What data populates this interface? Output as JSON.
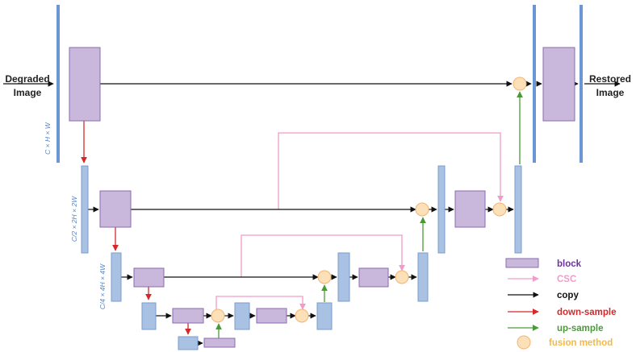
{
  "labels": {
    "input_line1": "Degraded",
    "input_line2": "Image",
    "output_line1": "Restored",
    "output_line2": "Image",
    "dim_level1": "C × H × W",
    "dim_level2": "C/2 × 2H × 2W",
    "dim_level3": "C/4 × 4H × 4W"
  },
  "legend": {
    "block": "block",
    "csc": "CSC",
    "copy": "copy",
    "down_sample": "down-sample",
    "up_sample": "up-sample",
    "fusion": "fusion method"
  },
  "colors": {
    "block_fill": "#c9b8dc",
    "block_stroke": "#8a6bb0",
    "feature_fill": "#a9c2e4",
    "feature_stroke": "#7a9ccc",
    "fusion_fill": "#fce0b8",
    "fusion_stroke": "#f0b574",
    "csc": "#f19cc8",
    "copy": "#111111",
    "down_sample": "#d6282b",
    "up_sample": "#4b9a3a",
    "legend_block_text": "#7030a0",
    "legend_csc_text": "#f19cc8",
    "legend_down_text": "#d6282b",
    "legend_up_text": "#4b9a3a",
    "legend_fusion_text": "#f5b942"
  }
}
